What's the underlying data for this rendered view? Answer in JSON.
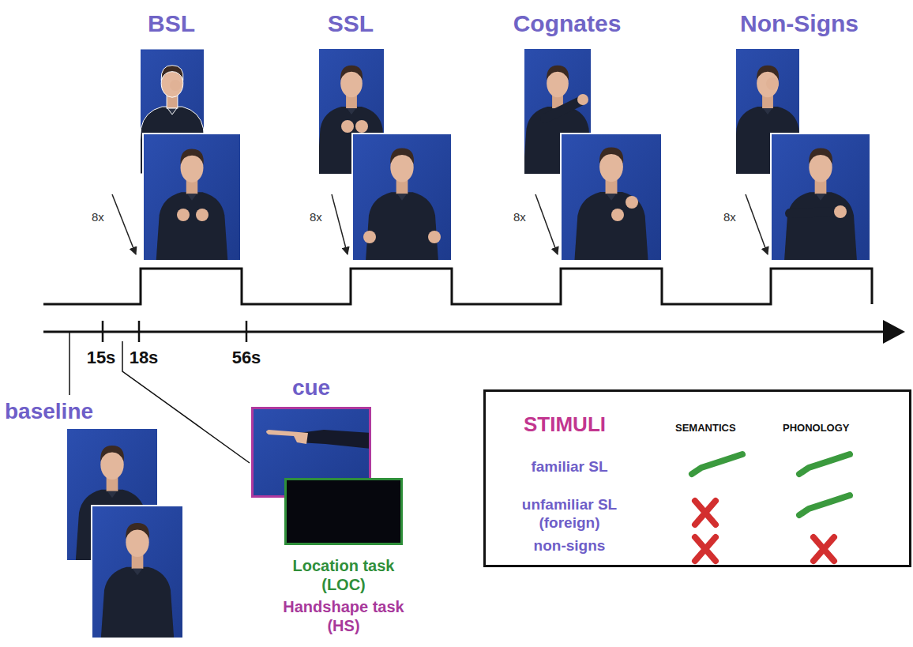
{
  "diagram": {
    "nodes": [
      {
        "text": [
          "cue"
        ]
      },
      {
        "text": [
          "Location task (LOC)"
        ]
      },
      {
        "text": [
          "STIMULI",
          "SEMANTICS",
          "PHONOLOGY",
          "familiar SL",
          "unfamiliar SL (foreign)",
          "non-signs"
        ]
      }
    ],
    "labels": [
      "BSL",
      "SSL",
      "Cognates",
      "Non-Signs",
      "8x",
      "8x",
      "8x",
      "8x",
      "15s",
      "18s",
      "56s",
      "baseline",
      "Handshape task (HS)"
    ]
  }
}
